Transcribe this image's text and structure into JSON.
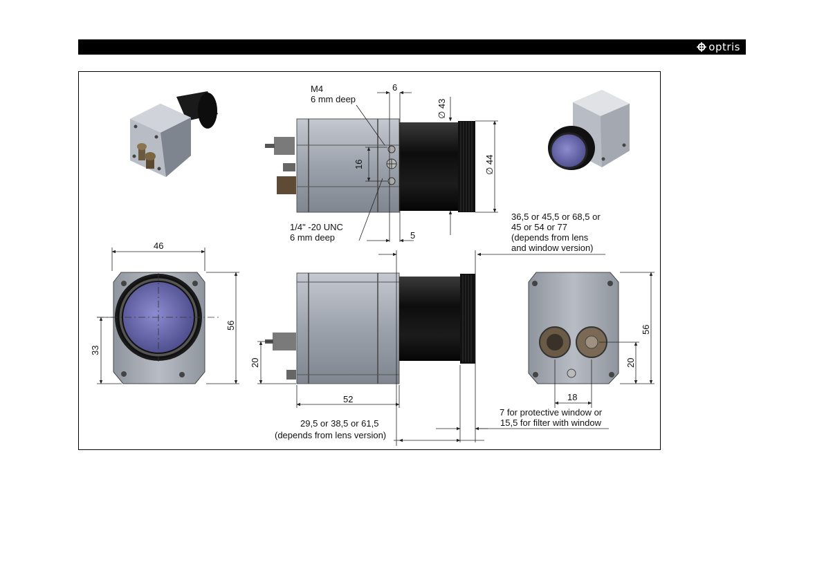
{
  "header": {
    "brand": "optris"
  },
  "labels": {
    "m4": "M4",
    "m4_depth": "6 mm deep",
    "dim_6": "6",
    "dia_43": "∅ 43",
    "dia_44": "∅ 44",
    "dim_16": "16",
    "unc": "1/4\" -20 UNC",
    "unc_depth": "6 mm deep",
    "dim_5": "5",
    "len_line1": "36,5 or 45,5 or 68,5 or",
    "len_line2": "45 or 54 or 77",
    "len_line3": "(depends from lens",
    "len_line4": "and window version)",
    "dim_46": "46",
    "dim_56_left": "56",
    "dim_33": "33",
    "dim_20_mid": "20",
    "dim_52": "52",
    "lens_line1": "29,5 or 38,5 or 61,5",
    "lens_line2": "(depends from lens version)",
    "dim_56_right": "56",
    "dim_20_right": "20",
    "dim_18": "18",
    "win_line1": "7 for protective window or",
    "win_line2": "15,5 for filter with window"
  },
  "colors": {
    "header": "#000000",
    "body_metal": "#9aa0aa",
    "lens_dark": "#1a1a1a",
    "lens_glass": "#5a5a9a",
    "line": "#222222"
  },
  "icons": [
    "optris-logo-icon"
  ]
}
